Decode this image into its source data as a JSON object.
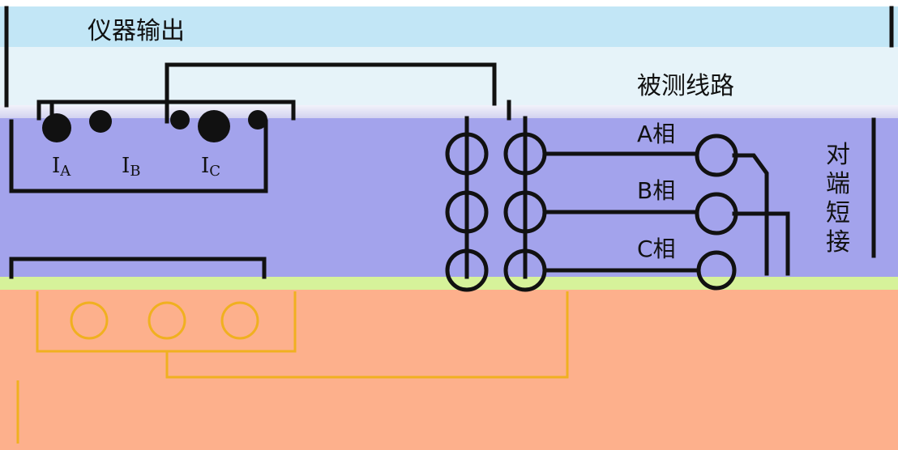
{
  "instrument_output": "仪器输出",
  "line_under_test": "被测线路",
  "phases": [
    "A相",
    "B相",
    "C相"
  ],
  "current_terminals": [
    {
      "main": "I",
      "sub": "A"
    },
    {
      "main": "I",
      "sub": "B"
    },
    {
      "main": "I",
      "sub": "C"
    }
  ],
  "far_end_short": "对端短接",
  "colors": {
    "line": "#111111",
    "band_top": "#c2e6f6",
    "band_blue": "#a3a3ec",
    "band_salmon": "#fdb08c",
    "wire_orange": "#f0b020"
  }
}
